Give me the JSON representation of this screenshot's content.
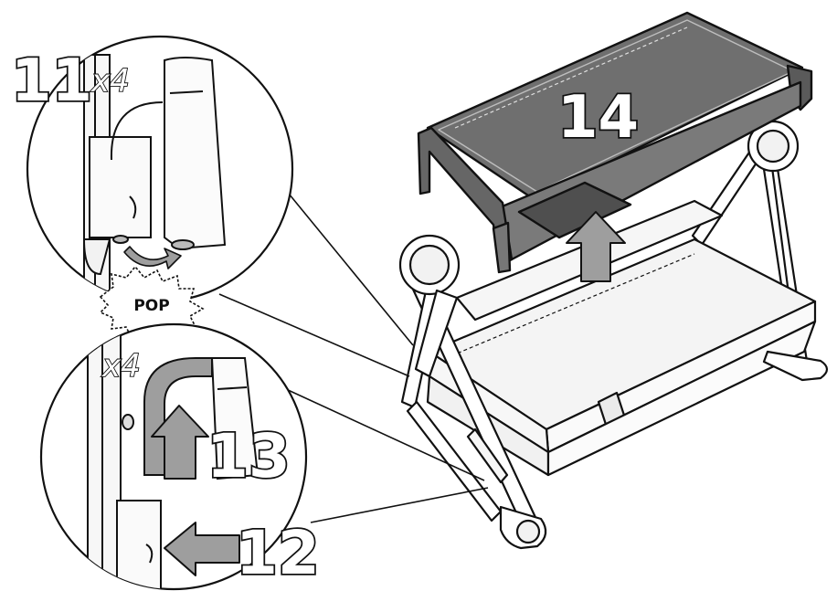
{
  "steps": {
    "step11": "11",
    "step12": "12",
    "step13": "13",
    "step14": "14"
  },
  "detail_top": {
    "multiplier": "x4",
    "pop_label": "POP"
  },
  "detail_bottom": {
    "multiplier": "x4"
  },
  "colors": {
    "stroke": "#111111",
    "canopy": "#6f6f6f",
    "canopy_light": "#8a8a8a",
    "arrow_fill": "#9e9e9e",
    "frame_fill": "#ffffff",
    "bed_fill": "#f4f4f4"
  },
  "icons": {
    "arrow_up_main": "arrow-up",
    "arrow_up_detail": "arrow-up",
    "arrow_left_detail": "arrow-left",
    "curved_arrow": "curved-arrow-right"
  }
}
